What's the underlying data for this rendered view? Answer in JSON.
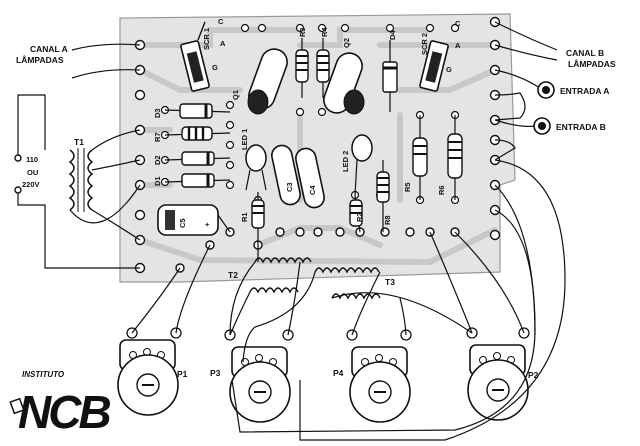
{
  "labels": {
    "canal_a": "CANAL A",
    "lampadas_a": "LÂMPADAS",
    "canal_b": "CANAL B",
    "lampadas_b": "LÂMPADAS",
    "entrada_a": "ENTRADA A",
    "entrada_b": "ENTRADA B",
    "mains_110": "110",
    "mains_ou": "OU",
    "mains_220": "220V",
    "t1": "T1",
    "t2": "T2",
    "t3": "T3",
    "scr1": "SCR 1",
    "scr2": "SCR 2",
    "q1": "Q1",
    "q2": "Q2",
    "r1": "R1",
    "r2": "R2",
    "r3": "R3",
    "r4": "R4",
    "r5": "R5",
    "r6": "R6",
    "r7": "R7",
    "r8": "R8",
    "d1": "D1",
    "d2": "D2",
    "d3": "D3",
    "d4": "D4",
    "c3": "C3",
    "c4": "C4",
    "c5": "C5",
    "led1": "LED 1",
    "led2": "LED 2",
    "p1": "P1",
    "p2": "P2",
    "p3": "P3",
    "p4": "P4",
    "scr1_c": "C",
    "scr1_a": "A",
    "scr1_g": "G",
    "scr2_c": "C",
    "scr2_a": "A",
    "scr2_g": "G",
    "c5_plus": "+",
    "logo_top": "INSTITUTO",
    "logo_main": "NCB"
  },
  "colors": {
    "ink": "#111111",
    "board_fill": "#e4e4e4",
    "board_edge": "#9a9a9a",
    "background": "#ffffff"
  }
}
